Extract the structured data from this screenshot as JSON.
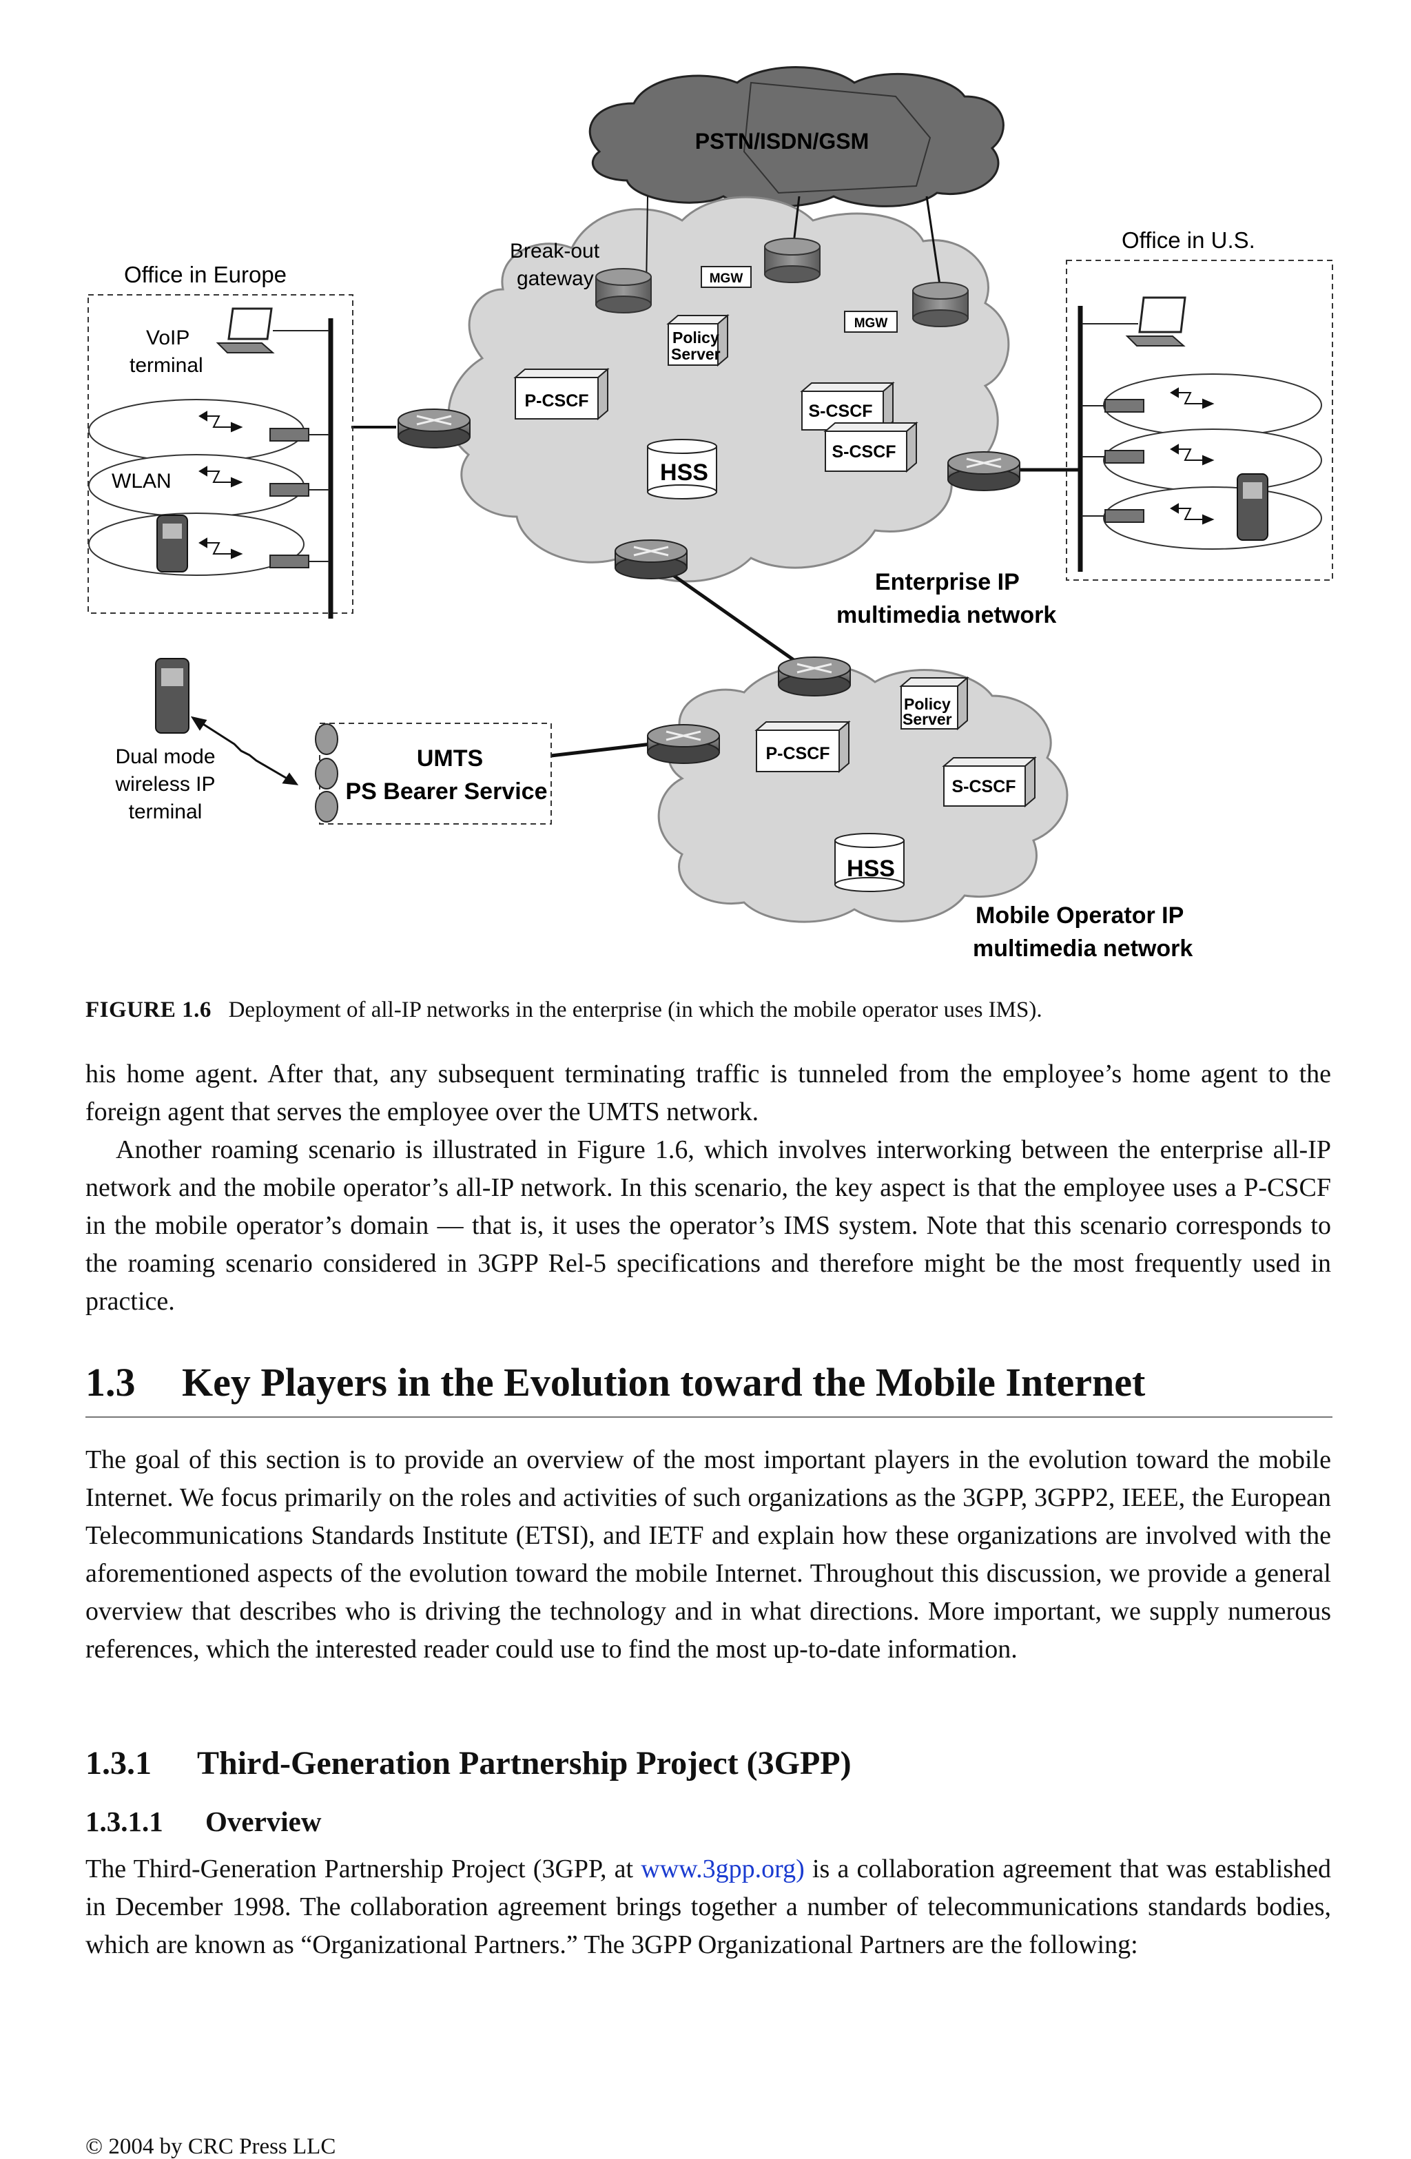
{
  "figure": {
    "labels": {
      "pstn": "PSTN/ISDN/GSM",
      "office_europe": "Office in Europe",
      "office_us": "Office in U.S.",
      "breakout_line1": "Break-out",
      "breakout_line2": "gateway",
      "mgw1": "MGW",
      "mgw2": "MGW",
      "policy1_line1": "Policy",
      "policy1_line2": "Server",
      "pcscf1": "P-CSCF",
      "scscf1": "S-CSCF",
      "scscf2": "S-CSCF",
      "hss1": "HSS",
      "voip_line1": "VoIP",
      "voip_line2": "terminal",
      "wlan": "WLAN",
      "enterprise_line1": "Enterprise IP",
      "enterprise_line2": "multimedia network",
      "dual_line1": "Dual mode",
      "dual_line2": "wireless IP",
      "dual_line3": "terminal",
      "umts_line1": "UMTS",
      "umts_line2": "PS Bearer Service",
      "policy2_line1": "Policy",
      "policy2_line2": "Server",
      "pcscf2": "P-CSCF",
      "scscf3": "S-CSCF",
      "hss2": "HSS",
      "mobile_line1": "Mobile Operator IP",
      "mobile_line2": "multimedia network"
    },
    "caption_label": "FIGURE 1.6",
    "caption_text": "Deployment of all-IP networks in the enterprise (in which the mobile operator uses IMS)."
  },
  "body": {
    "para1": "his home agent. After that, any subsequent terminating traffic is tunneled from the employee’s home agent to the foreign agent that serves the employee over the UMTS network.",
    "para2": "Another roaming scenario is illustrated in Figure 1.6, which involves interworking between the enterprise all-IP network and the mobile operator’s all-IP network. In this scenario, the key aspect is that the employee uses a P-CSCF in the mobile operator’s domain — that is, it uses the operator’s IMS system. Note that this scenario corresponds to the roaming scenario considered in 3GPP Rel-5 specifications and therefore might be the most frequently used in practice.",
    "section_num": "1.3",
    "section_title": "Key Players in the Evolution toward the Mobile Internet",
    "para3": "The goal of this section is to provide an overview of the most important players in the evolution toward the mobile Internet. We focus primarily on the roles and activities of such organizations as the 3GPP, 3GPP2, IEEE, the European Telecommunications Standards Institute (ETSI), and IETF and explain how these organizations are involved with the aforementioned aspects of the evolution toward the mobile Internet. Throughout this discussion, we provide a general overview that describes who is driving the technology and in what directions. More important, we supply numerous references, which the interested reader could use to find the most up-to-date information.",
    "subsection_num": "1.3.1",
    "subsection_title": "Third-Generation Partnership Project (3GPP)",
    "subsub_num": "1.3.1.1",
    "subsub_title": "Overview",
    "para4_a": "The Third-Generation Partnership Project (3GPP, at ",
    "para4_link": "www.3gpp.org)",
    "para4_b": " is a collaboration agreement that was established in December 1998. The collaboration agreement brings together a number of telecommunications standards bodies, which are known as “Organizational Partners.” The 3GPP Organizational Partners are the following:"
  },
  "footer": "© 2004 by CRC Press LLC",
  "colors": {
    "cloud_dark": "#6d6d6d",
    "cloud_light": "#d6d6d6",
    "link": "#1a3bd0"
  }
}
